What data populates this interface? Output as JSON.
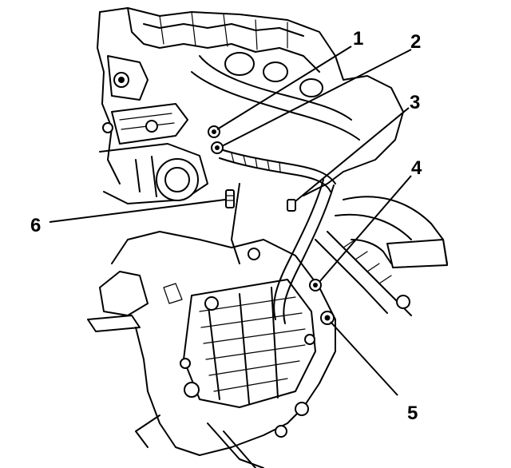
{
  "diagram": {
    "callouts": [
      {
        "id": "c1",
        "label": "1"
      },
      {
        "id": "c2",
        "label": "2"
      },
      {
        "id": "c3",
        "label": "3"
      },
      {
        "id": "c4",
        "label": "4"
      },
      {
        "id": "c5",
        "label": "5"
      },
      {
        "id": "c6",
        "label": "6"
      }
    ]
  },
  "colors": {
    "ink": "#000000",
    "paper": "#ffffff"
  }
}
